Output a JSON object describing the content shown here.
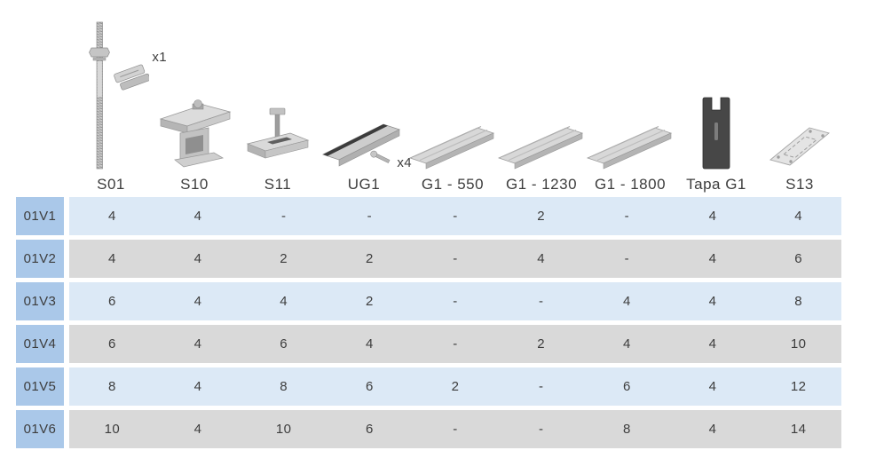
{
  "table": {
    "columns": [
      {
        "label": "S01",
        "icon": "hanger-bolt-icon",
        "badge": "x1"
      },
      {
        "label": "S10",
        "icon": "roof-hook-icon"
      },
      {
        "label": "S11",
        "icon": "clamp-icon"
      },
      {
        "label": "UG1",
        "icon": "short-rail-icon",
        "badge": "x4"
      },
      {
        "label": "G1 - 550",
        "icon": "rail-icon"
      },
      {
        "label": "G1 - 1230",
        "icon": "rail-icon"
      },
      {
        "label": "G1 - 1800",
        "icon": "rail-icon"
      },
      {
        "label": "Tapa G1",
        "icon": "end-cap-icon"
      },
      {
        "label": "S13",
        "icon": "plate-icon"
      }
    ],
    "rows": [
      {
        "label": "01V1",
        "values": [
          "4",
          "4",
          "-",
          "-",
          "-",
          "2",
          "-",
          "4",
          "4"
        ]
      },
      {
        "label": "01V2",
        "values": [
          "4",
          "4",
          "2",
          "2",
          "-",
          "4",
          "-",
          "4",
          "6"
        ]
      },
      {
        "label": "01V3",
        "values": [
          "6",
          "4",
          "4",
          "2",
          "-",
          "-",
          "4",
          "4",
          "8"
        ]
      },
      {
        "label": "01V4",
        "values": [
          "6",
          "4",
          "6",
          "4",
          "-",
          "2",
          "4",
          "4",
          "10"
        ]
      },
      {
        "label": "01V5",
        "values": [
          "8",
          "4",
          "8",
          "6",
          "2",
          "-",
          "6",
          "4",
          "12"
        ]
      },
      {
        "label": "01V6",
        "values": [
          "10",
          "4",
          "10",
          "6",
          "-",
          "-",
          "8",
          "4",
          "14"
        ]
      }
    ]
  },
  "colors": {
    "row_label_bg": "#aac8e9",
    "row_light_bg": "#dce9f6",
    "row_dark_bg": "#d9d9d9",
    "text": "#3d3d3d",
    "background": "#ffffff"
  }
}
